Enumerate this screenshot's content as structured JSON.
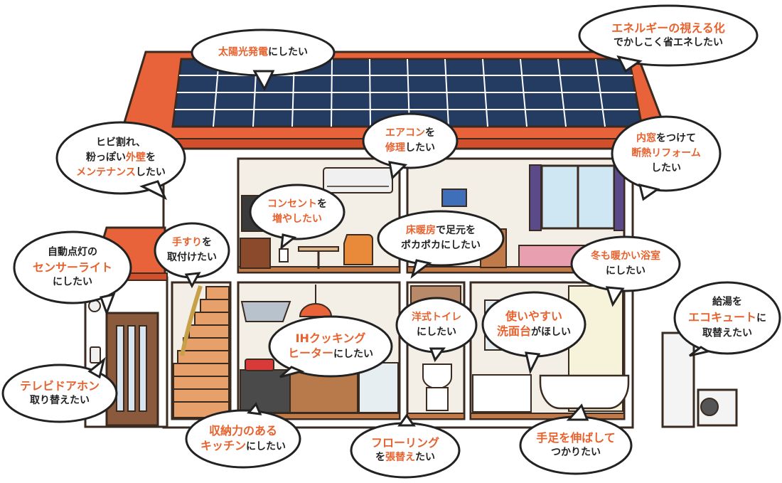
{
  "colors": {
    "accent": "#e8622e",
    "roof": "#e8623a",
    "solar": "#243b62",
    "outline": "#3a2a20",
    "wall": "#ffffff",
    "interior": "#f2ede4",
    "wood": "#c07a4a"
  },
  "bubbles": {
    "solar": {
      "hl": "太陽光発電",
      "rest": "にしたい"
    },
    "energy": {
      "hl": "エネルギーの視える化",
      "line2": "でかしこく省エネしたい"
    },
    "wall": {
      "line1": "ヒビ割れ、",
      "line2_pre": "粉っぽい",
      "line2_hl": "外壁",
      "line2_post": "を",
      "line3_hl": "メンテナンス",
      "line3_post": "したい"
    },
    "aircon": {
      "hl": "エアコン",
      "post": "を",
      "line2_hl": "修理",
      "line2_post": "したい"
    },
    "window": {
      "hl": "内窓",
      "post": "をつけて",
      "line2_hl": "断熱リフォーム",
      "line3": "したい"
    },
    "outlet": {
      "hl": "コンセント",
      "post": "を",
      "line2": "増やしたい"
    },
    "floorheat": {
      "hl": "床暖房",
      "post": "で足元を",
      "line2": "ポカポカにしたい"
    },
    "sensor": {
      "line1": "自動点灯の",
      "line2_hl": "センサーライト",
      "line3": "にしたい"
    },
    "handrail": {
      "hl": "手すり",
      "post": "を",
      "line2": "取付けたい"
    },
    "bath": {
      "hl": "冬も暖かい浴室",
      "line2": "にしたい"
    },
    "heater": {
      "line1": "給湯を",
      "line2_hl": "エコキュート",
      "line2_post": "に",
      "line3": "取替えたい"
    },
    "toilet": {
      "hl": "洋式トイレ",
      "line2": "にしたい"
    },
    "sink": {
      "hl": "使いやすい",
      "line2_hl": "洗面台",
      "line2_post": "がほしい"
    },
    "ih": {
      "hl": "IHクッキング",
      "line2_hl": "ヒーター",
      "line2_post": "にしたい"
    },
    "intercom": {
      "hl": "テレビドアホン",
      "line2": "取り替えたい"
    },
    "kitchen": {
      "hl": "収納力のある",
      "line2_hl": "キッチン",
      "line2_post": "にしたい"
    },
    "flooring": {
      "hl": "フローリング",
      "line2_pre": "を",
      "line2_hl": "張替え",
      "line2_post": "たい"
    },
    "tub": {
      "hl": "手足を伸ばして",
      "line2": "つかりたい"
    }
  }
}
